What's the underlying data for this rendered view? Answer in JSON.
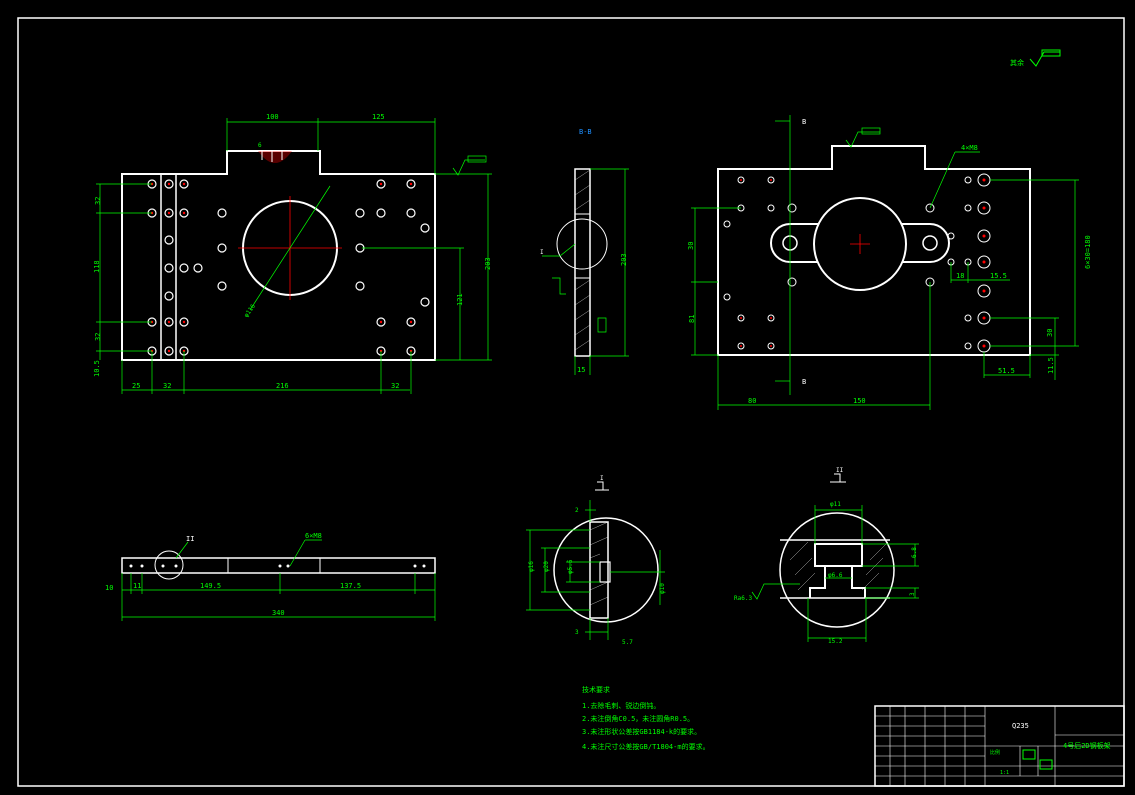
{
  "colors": {
    "background": "#000000",
    "outline": "#ffffff",
    "dimension": "#00ff00",
    "centerline": "#ff0000",
    "note": "#1e90ff"
  },
  "top_right_symbol": "其余",
  "front_view": {
    "dims_top": [
      "100",
      "125"
    ],
    "dims_left": [
      "32",
      "118",
      "32",
      "10.5"
    ],
    "dims_bottom": [
      "25",
      "32",
      "216",
      "32"
    ],
    "dims_right": [
      "203",
      "121"
    ],
    "diameter": "φ116",
    "slot_label": "6"
  },
  "side_view": {
    "label": "B-B",
    "dim_height": "203",
    "dim_thick": "15",
    "leader": "I"
  },
  "plan_view": {
    "section_mark_top": "B",
    "section_mark_bottom": "B",
    "hole_callout": "4×M8",
    "dims_left": [
      "30",
      "81"
    ],
    "dims_bottom": [
      "80",
      "150"
    ],
    "dims_right": [
      "6×30=180",
      "30",
      "11.5"
    ],
    "dims_lower_right": [
      "18",
      "15.5",
      "51.5"
    ]
  },
  "bottom_view": {
    "callout": "6×M8",
    "leader": "II",
    "dims": [
      "10",
      "11",
      "149.5",
      "137.5",
      "340"
    ]
  },
  "detail_1": {
    "title": "I",
    "dims": [
      "2",
      "φ16",
      "φ20",
      "φ5.5",
      "3",
      "5.7",
      "φ10"
    ]
  },
  "detail_2": {
    "title": "II",
    "dims": [
      "φ11",
      "φ6.6",
      "6.8",
      "3",
      "15.2"
    ],
    "roughness": "Ra6.3"
  },
  "tech_req": {
    "title": "技术要求",
    "items": [
      "1.去除毛刺、锐边倒钝。",
      "2.未注倒角C0.5，未注圆角R0.5。",
      "3.未注形状公差按GB1184-k的要求。",
      "4.未注尺寸公差按GB/T1804-m的要求。"
    ]
  },
  "title_block": {
    "material": "Q235",
    "part_name": "4号后2D钢板架",
    "cells": [
      "比例",
      "1:1"
    ]
  }
}
